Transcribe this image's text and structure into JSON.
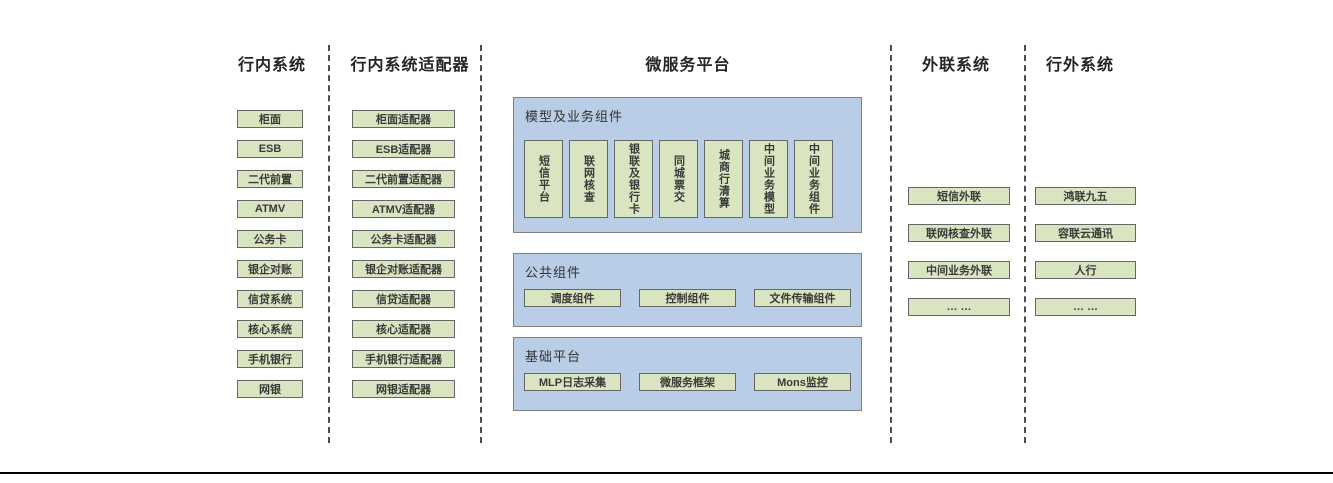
{
  "colors": {
    "box_fill": "#d9e5c1",
    "box_border": "#666666",
    "panel_fill": "#b9cde6",
    "panel_border": "#7f7f7f",
    "heading_text": "#262626",
    "box_text": "#3a3a3a",
    "divider": "#4d4d4d",
    "bottom_rule": "#000000"
  },
  "columns": {
    "internal_systems": {
      "title": "行内系统",
      "items": [
        "柜面",
        "ESB",
        "二代前置",
        "ATMV",
        "公务卡",
        "银企对账",
        "信贷系统",
        "核心系统",
        "手机银行",
        "网银"
      ]
    },
    "internal_adapters": {
      "title": "行内系统适配器",
      "items": [
        "柜面适配器",
        "ESB适配器",
        "二代前置适配器",
        "ATMV适配器",
        "公务卡适配器",
        "银企对账适配器",
        "信贷适配器",
        "核心适配器",
        "手机银行适配器",
        "网银适配器"
      ]
    },
    "microservice_platform": {
      "title": "微服务平台",
      "panels": [
        {
          "title": "模型及业务组件",
          "items": [
            "短信平台",
            "联网核查",
            "银联及银行卡",
            "同城票交",
            "城商行清算",
            "中间业务模型",
            "中间业务组件"
          ]
        },
        {
          "title": "公共组件",
          "items": [
            "调度组件",
            "控制组件",
            "文件传输组件"
          ]
        },
        {
          "title": "基础平台",
          "items": [
            "MLP日志采集",
            "微服务框架",
            "Mons监控"
          ]
        }
      ]
    },
    "outreach_systems": {
      "title": "外联系统",
      "items": [
        "短信外联",
        "联网核查外联",
        "中间业务外联",
        "… …"
      ]
    },
    "external_systems": {
      "title": "行外系统",
      "items": [
        "鸿联九五",
        "容联云通讯",
        "人行",
        "… …"
      ]
    }
  }
}
